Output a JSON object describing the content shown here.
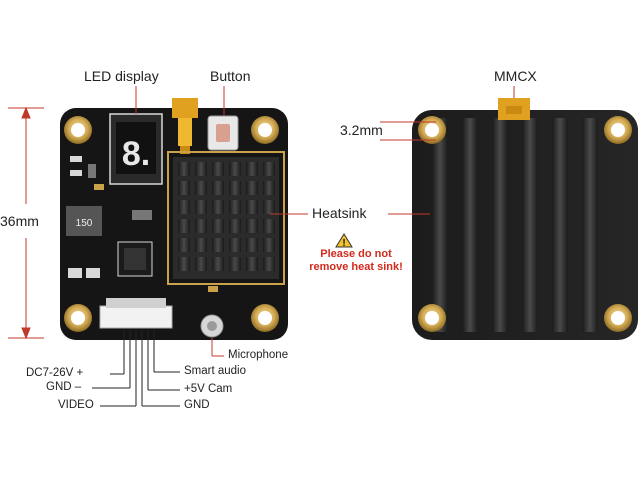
{
  "labels": {
    "led_display": "LED display",
    "button": "Button",
    "mmcx": "MMCX",
    "hole_size": "3.2mm",
    "board_height": "36mm",
    "heatsink": "Heatsink",
    "warning_line1": "Please do not",
    "warning_line2": "remove heat sink!",
    "microphone": "Microphone",
    "smart_audio": "Smart audio",
    "plus5v_cam": "+5V  Cam",
    "gnd_right": "GND",
    "dc_in": "DC7-26V +",
    "gnd_left": "GND  –",
    "video": "VIDEO",
    "chip_marking": "150",
    "led_digit": "8."
  },
  "colors": {
    "pcb": "#151515",
    "gold": "#c9a24a",
    "leader_line": "#c0392b",
    "warning": "#d32a1e",
    "heatsink": "#2b2b2b"
  }
}
